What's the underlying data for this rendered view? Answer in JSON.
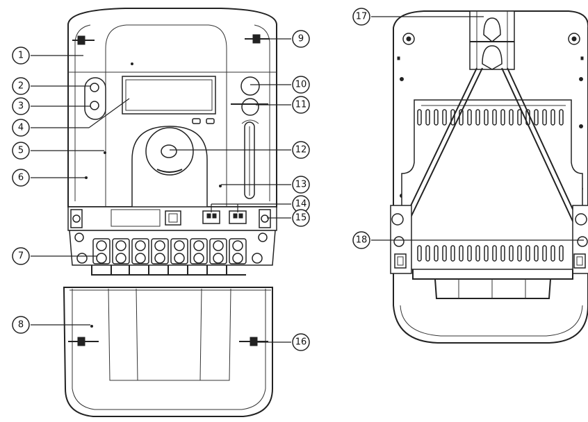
{
  "callouts": [
    {
      "id": "c1",
      "label": "1"
    },
    {
      "id": "c2",
      "label": "2"
    },
    {
      "id": "c3",
      "label": "3"
    },
    {
      "id": "c4",
      "label": "4"
    },
    {
      "id": "c5",
      "label": "5"
    },
    {
      "id": "c6",
      "label": "6"
    },
    {
      "id": "c7",
      "label": "7"
    },
    {
      "id": "c8",
      "label": "8"
    },
    {
      "id": "c9",
      "label": "9"
    },
    {
      "id": "c10",
      "label": "10"
    },
    {
      "id": "c11",
      "label": "11"
    },
    {
      "id": "c12",
      "label": "12"
    },
    {
      "id": "c13",
      "label": "13"
    },
    {
      "id": "c14",
      "label": "14"
    },
    {
      "id": "c15",
      "label": "15"
    },
    {
      "id": "c16",
      "label": "16"
    },
    {
      "id": "c17",
      "label": "17"
    },
    {
      "id": "c18",
      "label": "18"
    }
  ],
  "colors": {
    "line": "#222222",
    "background": "#ffffff"
  }
}
